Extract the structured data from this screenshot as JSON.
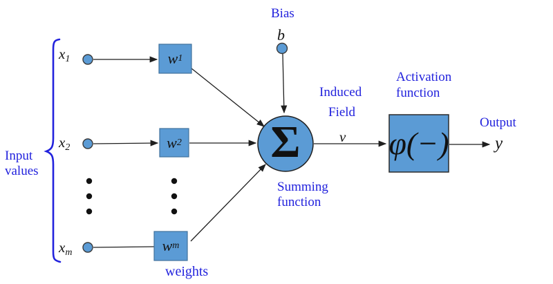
{
  "colors": {
    "node_fill": "#5B9BD5",
    "node_border": "#41719C",
    "dark_border": "#3a3a3a",
    "label_blue": "#2222DD",
    "line_color": "#1f1f1f"
  },
  "labels": {
    "bias": "Bias",
    "bias_symbol": "b",
    "input_line1": "Input",
    "input_line2": "values",
    "weights_caption": "weights",
    "summing_line1": "Summing",
    "summing_line2": "function",
    "induced_line1": "Induced",
    "induced_line2": "Field",
    "induced_symbol": "v",
    "activation_line1": "Activation",
    "activation_line2": "function",
    "activation_symbol": "φ(−)",
    "output": "Output",
    "output_symbol": "y",
    "sum_symbol": "Σ"
  },
  "inputs": [
    {
      "base": "x",
      "sub": "1"
    },
    {
      "base": "x",
      "sub": "2"
    },
    {
      "base": "x",
      "sub": "m"
    }
  ],
  "weights": [
    {
      "base": "w",
      "sub": "1"
    },
    {
      "base": "w",
      "sub": "2"
    },
    {
      "base": "w",
      "sub": "m"
    }
  ]
}
